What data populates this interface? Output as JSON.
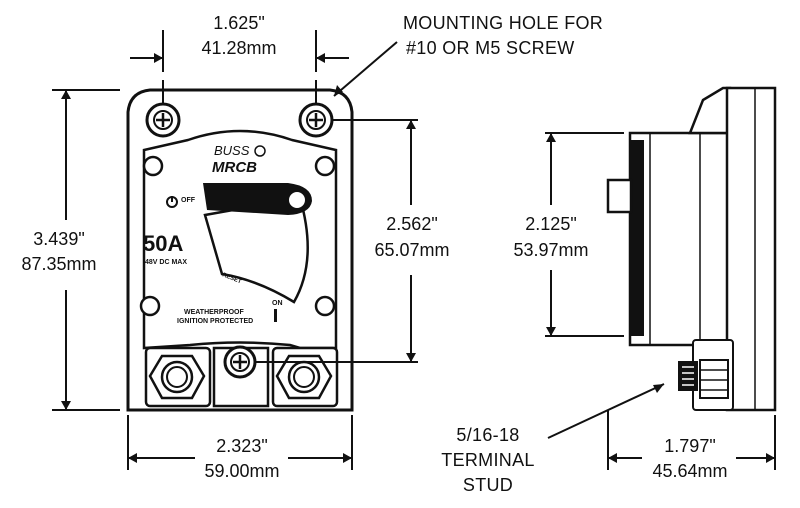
{
  "dimensions": {
    "hole_spacing": {
      "imperial": "1.625\"",
      "metric": "41.28mm"
    },
    "overall_height": {
      "imperial": "3.439\"",
      "metric": "87.35mm"
    },
    "hole_vertical_spacing": {
      "imperial": "2.562\"",
      "metric": "65.07mm"
    },
    "overall_width": {
      "imperial": "2.323\"",
      "metric": "59.00mm"
    },
    "side_height": {
      "imperial": "2.125\"",
      "metric": "53.97mm"
    },
    "side_depth": {
      "imperial": "1.797\"",
      "metric": "45.64mm"
    }
  },
  "callouts": {
    "mounting_hole": {
      "line1": "MOUNTING HOLE FOR",
      "line2": "#10 OR M5 SCREW"
    },
    "terminal_stud": {
      "line1": "5/16-18",
      "line2": "TERMINAL",
      "line3": "STUD"
    }
  },
  "device_labels": {
    "brand": "BUSS",
    "model": "MRCB",
    "rating": "50A",
    "voltage": "48V DC MAX",
    "off_label": "OFF",
    "reset_label": "RESET",
    "on_label": "ON",
    "weatherproof": "WEATHERPROOF",
    "ignition": "IGNITION PROTECTED"
  }
}
